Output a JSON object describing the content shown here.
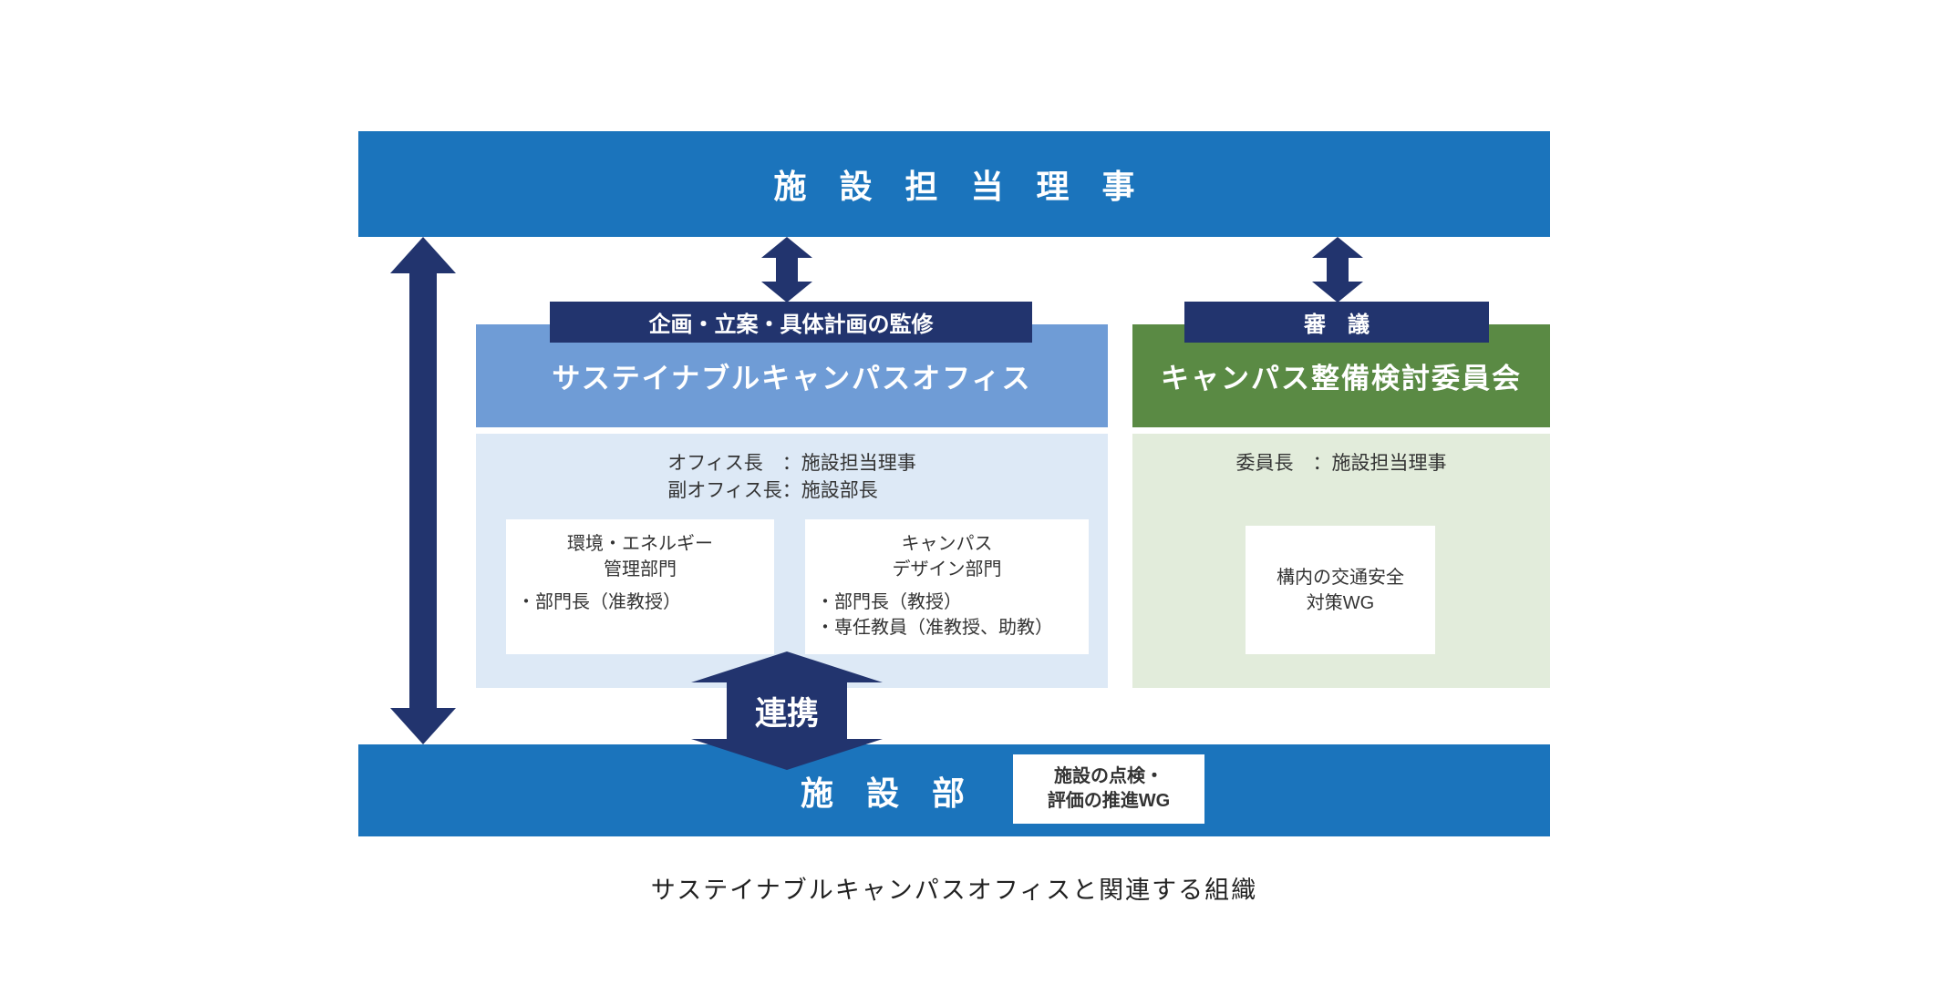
{
  "colors": {
    "bar_blue": "#1b74bc",
    "navy": "#22346e",
    "office_blue": "#6f9cd6",
    "office_panel": "#dde9f6",
    "committee_green": "#5a8a44",
    "committee_panel": "#e2ecdb"
  },
  "top_bar": {
    "label": "施　設　担　当　理　事"
  },
  "supervision_label": "企画・立案・具体計画の監修",
  "deliberation_label": "審　議",
  "office": {
    "title": "サステイナブルキャンパスオフィス",
    "head": "オフィス長　：施設担当理事",
    "deputy": "副オフィス長：施設部長",
    "dept_env": {
      "name_line1": "環境・エネルギー",
      "name_line2": "管理部門",
      "members": [
        "・部門長（准教授）"
      ]
    },
    "dept_design": {
      "name_line1": "キャンパス",
      "name_line2": "デザイン部門",
      "members": [
        "・部門長（教授）",
        "・専任教員（准教授、助教）"
      ]
    }
  },
  "committee": {
    "title": "キャンパス整備検討委員会",
    "chair": "委員長　：施設担当理事",
    "wg_line1": "構内の交通安全",
    "wg_line2": "対策WG"
  },
  "cooperation_label": "連携",
  "bottom_bar": {
    "label": "施　設　部",
    "wg_line1": "施設の点検・",
    "wg_line2": "評価の推進WG"
  },
  "caption": "サステイナブルキャンパスオフィスと関連する組織"
}
